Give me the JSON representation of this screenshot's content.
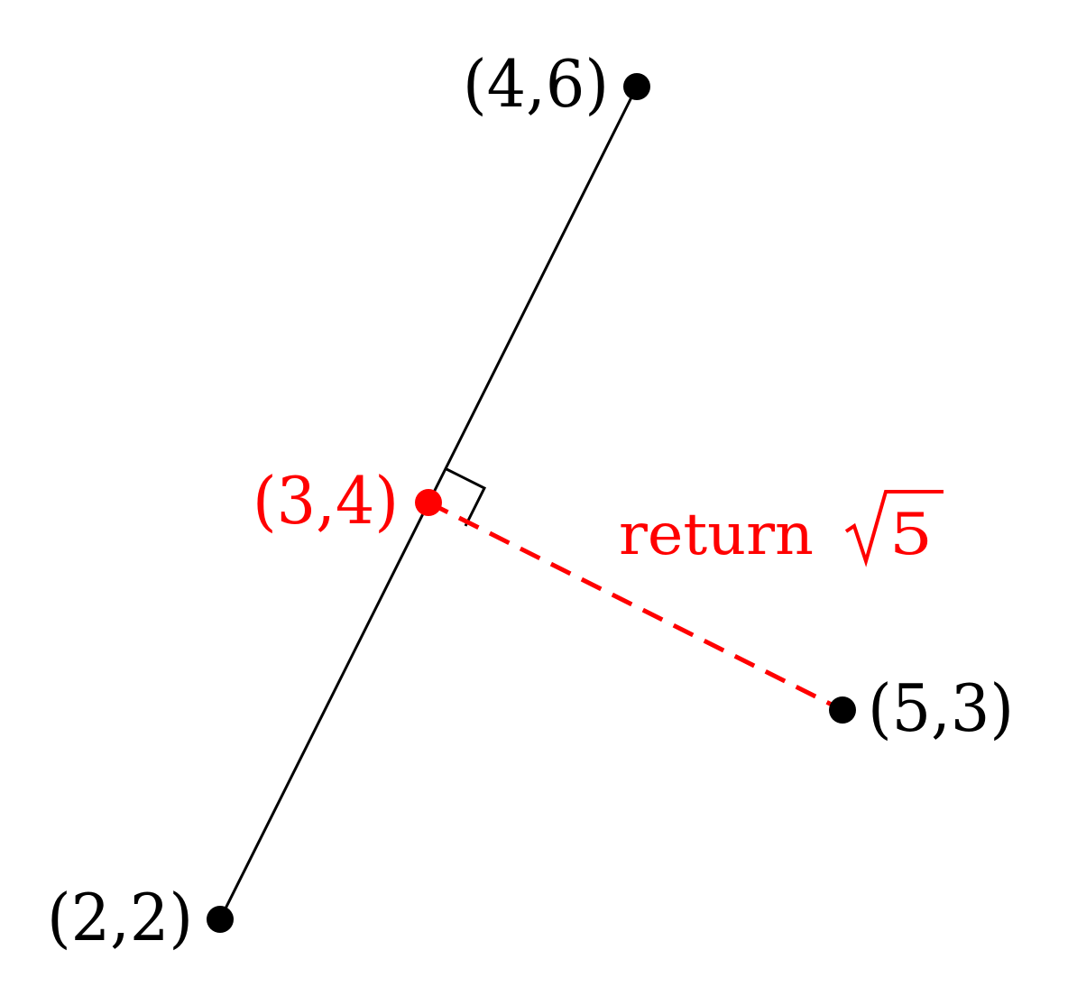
{
  "diagram": {
    "colors": {
      "ink": "#000000",
      "highlight": "#ff0000"
    },
    "points": {
      "p1": {
        "label": "(2,2)"
      },
      "p2": {
        "label": "(4,6)"
      },
      "query": {
        "label": "(5,3)"
      },
      "foot": {
        "label": "(3,4)"
      }
    },
    "result": {
      "prefix": "return",
      "radicand": "5"
    }
  }
}
